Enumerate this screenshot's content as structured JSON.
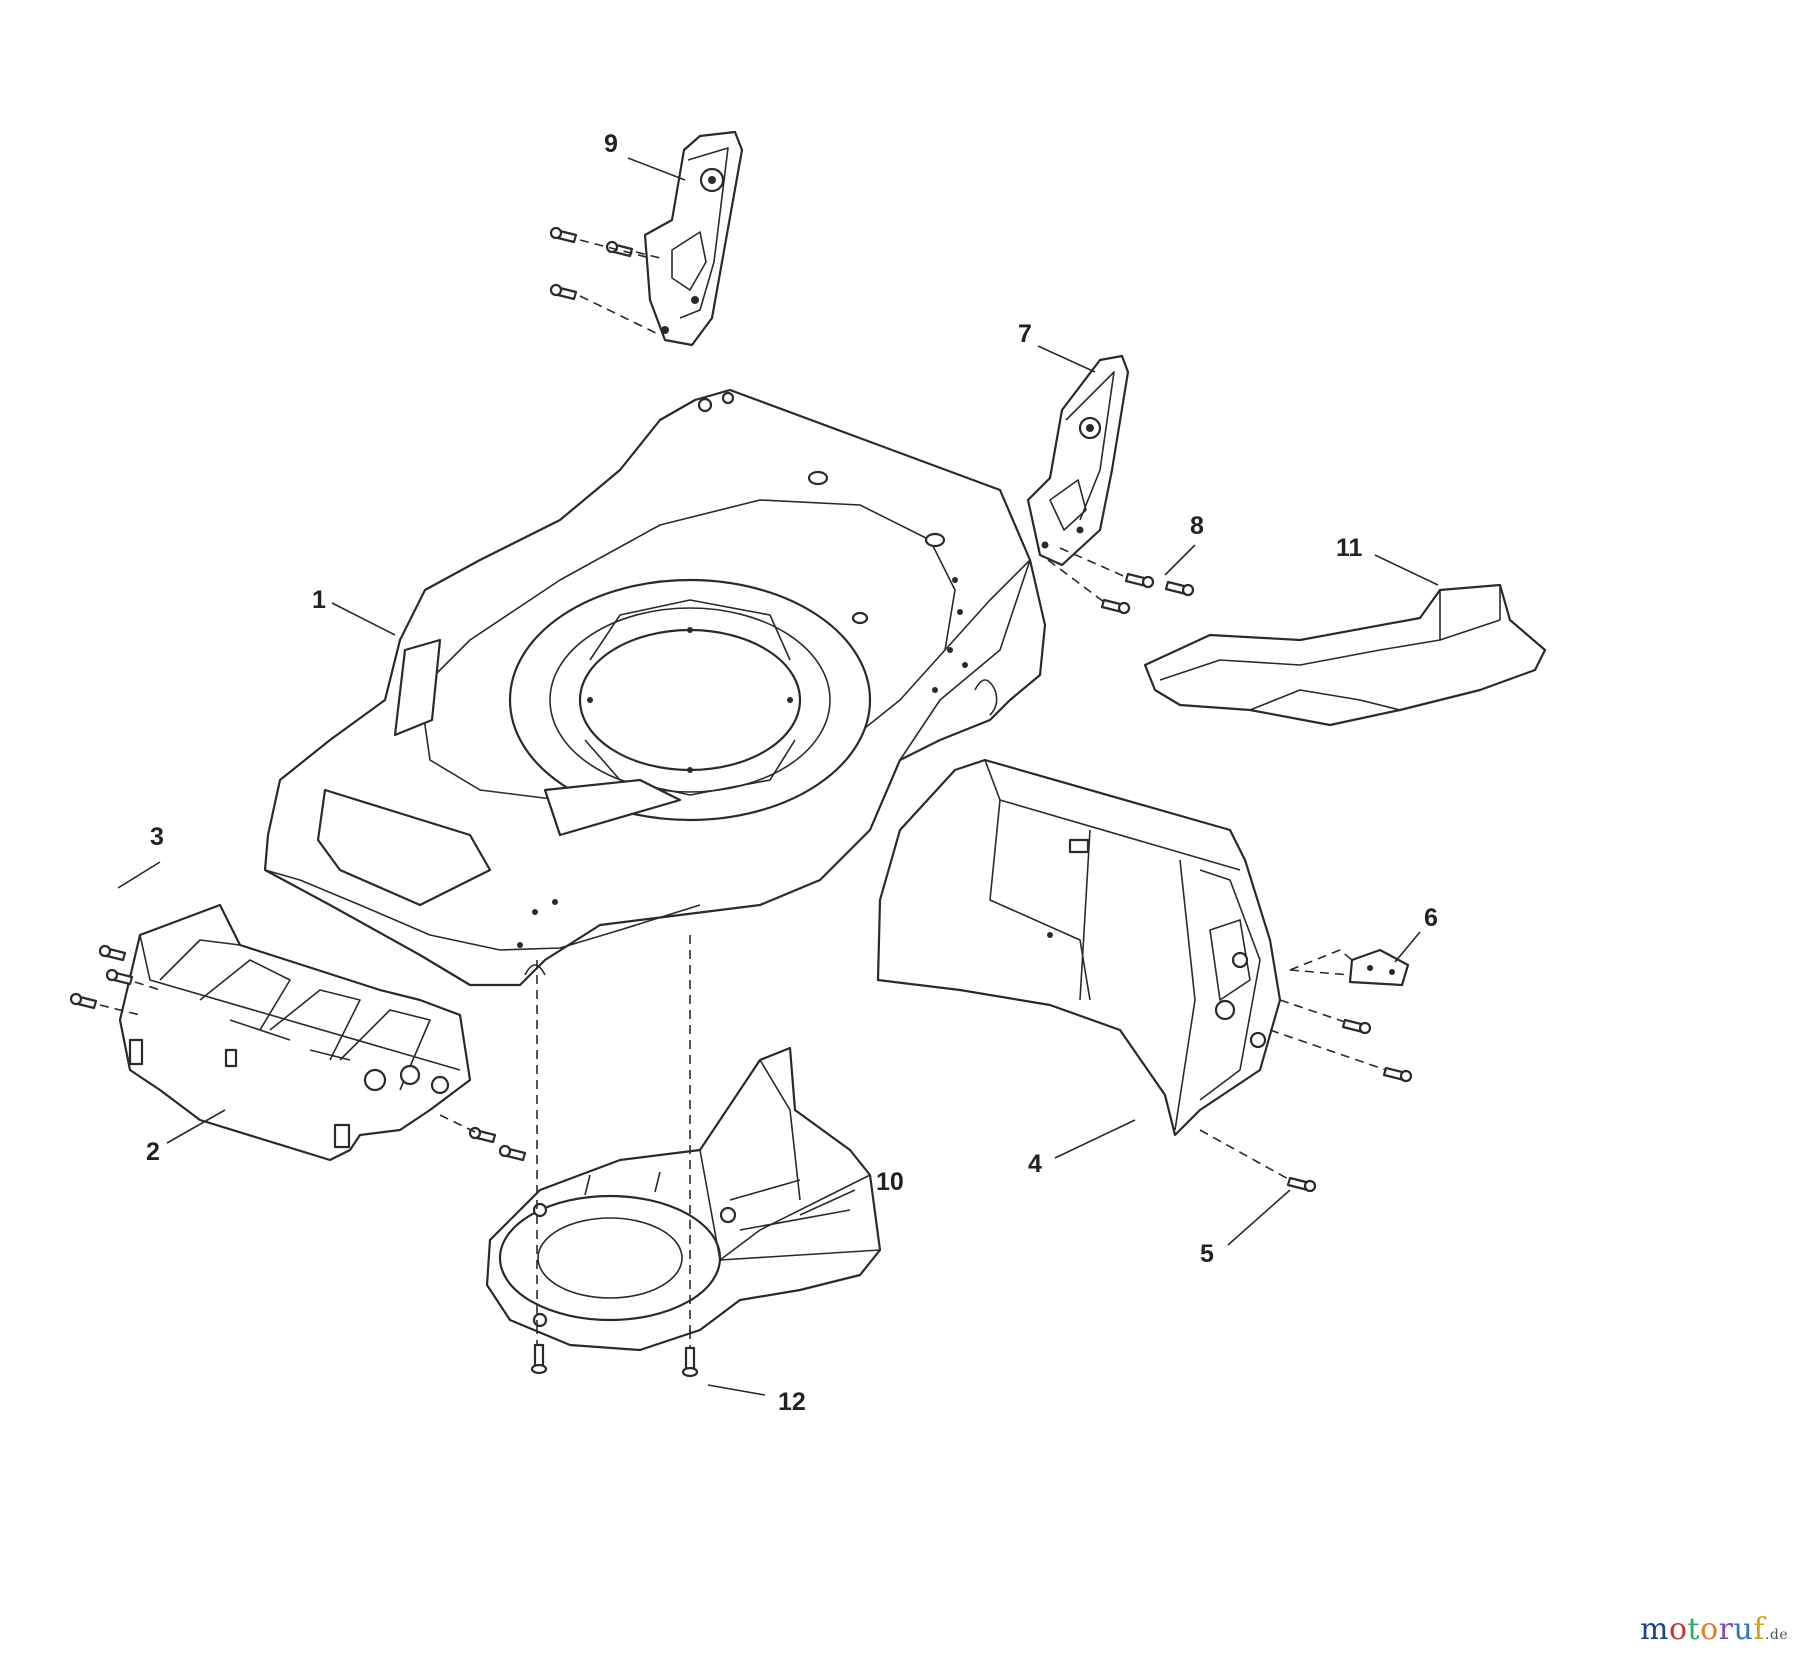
{
  "callouts": [
    {
      "id": "1",
      "label": "1"
    },
    {
      "id": "2",
      "label": "2"
    },
    {
      "id": "3",
      "label": "3"
    },
    {
      "id": "4",
      "label": "4"
    },
    {
      "id": "5",
      "label": "5"
    },
    {
      "id": "6",
      "label": "6"
    },
    {
      "id": "7",
      "label": "7"
    },
    {
      "id": "8",
      "label": "8"
    },
    {
      "id": "9",
      "label": "9"
    },
    {
      "id": "10",
      "label": "10"
    },
    {
      "id": "11",
      "label": "11"
    },
    {
      "id": "12",
      "label": "12"
    }
  ],
  "watermark": {
    "text": "motoruf.de",
    "colors": [
      "#1e3f8a",
      "#c0392b",
      "#27ae60",
      "#e67e22",
      "#8e44ad",
      "#2c7bb6",
      "#d4a017"
    ]
  }
}
